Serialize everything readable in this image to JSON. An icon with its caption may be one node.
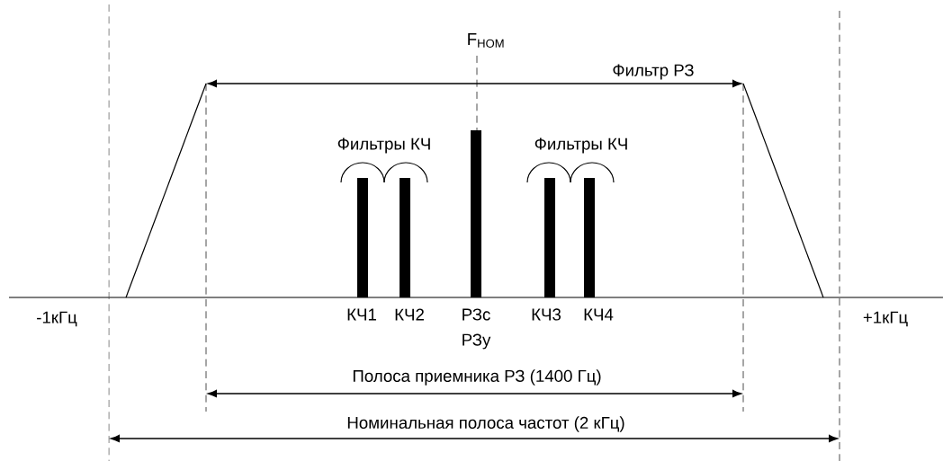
{
  "diagram": {
    "labels": [
      "F$_{НОМ}$",
      "Фильтр РЗ",
      "Фильтры КЧ",
      "Фильтры КЧ",
      "-1кГц",
      "КЧ1",
      "КЧ2",
      "РЗс",
      "РЗу",
      "КЧ3",
      "КЧ4",
      "+1кГц",
      "Полоса приемника РЗ (1400 Гц)",
      "Номинальная полоса частот (2 кГц)"
    ]
  }
}
